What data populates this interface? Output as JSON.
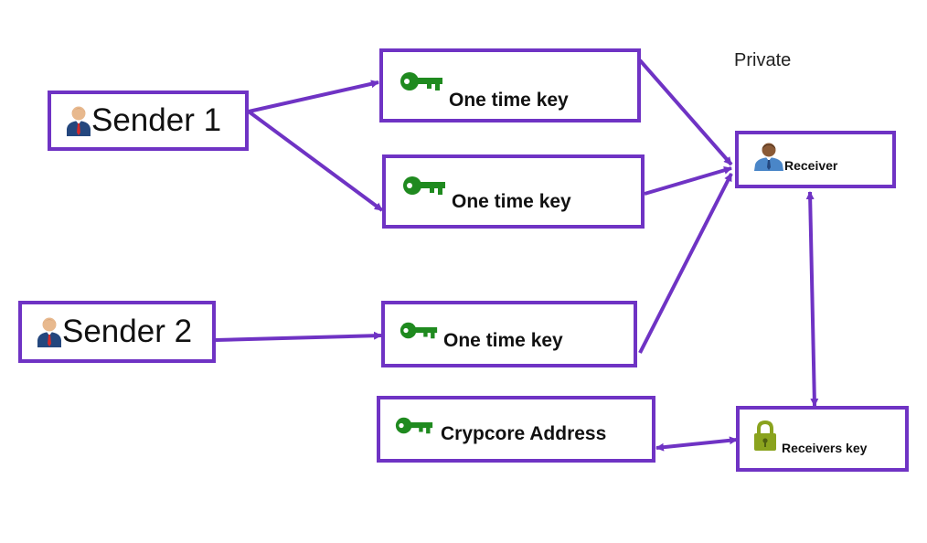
{
  "colors": {
    "connector": "#6f33c4",
    "key": "#1f8a1f",
    "lock": "#8aa31e",
    "box_border": "#6f33c4"
  },
  "private_label": "Private",
  "nodes": {
    "sender1": {
      "label": "Sender 1",
      "icon": "person-icon"
    },
    "sender2": {
      "label": "Sender 2",
      "icon": "person-icon"
    },
    "key1": {
      "label": "One time key",
      "icon": "key-icon"
    },
    "key2": {
      "label": "One time key",
      "icon": "key-icon"
    },
    "key3": {
      "label": "One time key",
      "icon": "key-icon"
    },
    "address": {
      "label": "Crypcore Address",
      "icon": "key-icon"
    },
    "receiver": {
      "label": "Receiver",
      "icon": "person-icon"
    },
    "receivers_key": {
      "label": "Receivers key",
      "icon": "lock-icon"
    }
  },
  "edges": [
    {
      "from": "sender1",
      "to": "key1",
      "direction": "forward"
    },
    {
      "from": "sender1",
      "to": "key2",
      "direction": "forward"
    },
    {
      "from": "sender2",
      "to": "key3",
      "direction": "forward"
    },
    {
      "from": "key1",
      "to": "receiver",
      "direction": "forward"
    },
    {
      "from": "key2",
      "to": "receiver",
      "direction": "forward"
    },
    {
      "from": "key3",
      "to": "receiver",
      "direction": "forward"
    },
    {
      "from": "receiver",
      "to": "receivers_key",
      "direction": "both"
    },
    {
      "from": "address",
      "to": "receivers_key",
      "direction": "both"
    }
  ]
}
